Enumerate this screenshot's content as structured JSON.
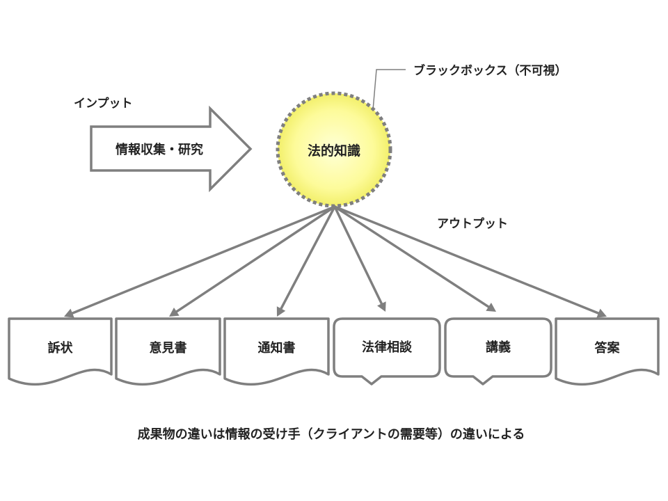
{
  "colors": {
    "stroke": "#7f7f7f",
    "text": "#222222",
    "circle_center": "#ffffcc",
    "circle_edge": "#f2ef6a"
  },
  "labels": {
    "input": "インプット",
    "input_arrow": "情報収集・研究",
    "core": "法的知識",
    "blackbox": "ブラックボックス（不可視）",
    "output": "アウトプット",
    "footer": "成果物の違いは情報の受け手（クライアントの需要等）の違いによる"
  },
  "outputs": [
    {
      "label": "訴状",
      "shape": "document"
    },
    {
      "label": "意見書",
      "shape": "document"
    },
    {
      "label": "通知書",
      "shape": "document"
    },
    {
      "label": "法律相談",
      "shape": "speech-bubble"
    },
    {
      "label": "講義",
      "shape": "speech-bubble"
    },
    {
      "label": "答案",
      "shape": "document"
    }
  ]
}
